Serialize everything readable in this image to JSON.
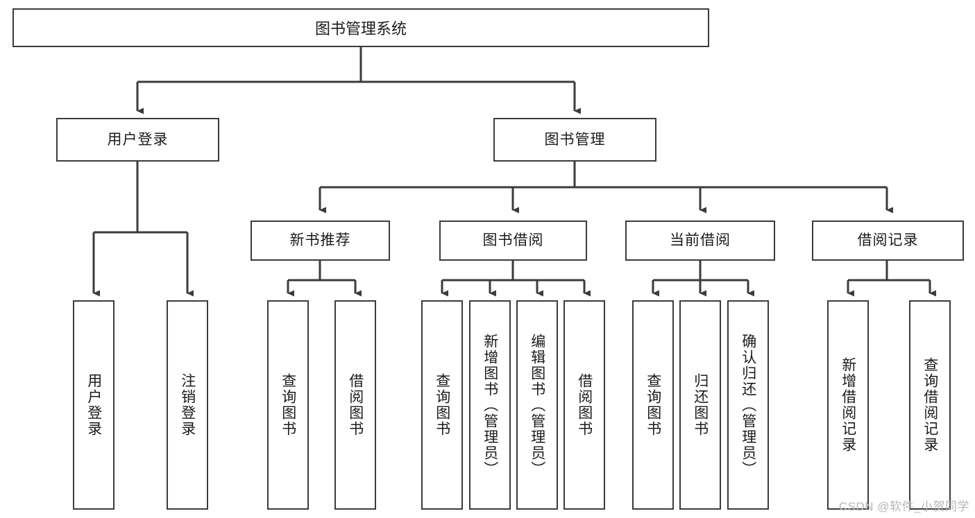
{
  "diagram": {
    "title": "图书管理系统",
    "type": "hierarchy-tree",
    "root": {
      "label": "图书管理系统"
    },
    "level2": [
      {
        "id": "user-login",
        "label": "用户登录"
      },
      {
        "id": "book-manage",
        "label": "图书管理"
      }
    ],
    "level3": [
      {
        "id": "new-book-recommend",
        "label": "新书推荐"
      },
      {
        "id": "book-borrow",
        "label": "图书借阅"
      },
      {
        "id": "current-borrow",
        "label": "当前借阅"
      },
      {
        "id": "borrow-record",
        "label": "借阅记录"
      }
    ],
    "leaves": {
      "user_login": [
        {
          "id": "leaf-user-login",
          "label": "用户登录"
        },
        {
          "id": "leaf-logout-login",
          "label": "注销登录"
        }
      ],
      "new_book_recommend": [
        {
          "id": "leaf-query-book-1",
          "label": "查询图书"
        },
        {
          "id": "leaf-borrow-book-1",
          "label": "借阅图书"
        }
      ],
      "book_borrow": [
        {
          "id": "leaf-query-book-2",
          "label": "查询图书"
        },
        {
          "id": "leaf-add-book",
          "label": "新增图书（管理员）"
        },
        {
          "id": "leaf-edit-book",
          "label": "编辑图书（管理员）"
        },
        {
          "id": "leaf-borrow-book-2",
          "label": "借阅图书"
        }
      ],
      "current_borrow": [
        {
          "id": "leaf-query-book-3",
          "label": "查询图书"
        },
        {
          "id": "leaf-return-book",
          "label": "归还图书"
        },
        {
          "id": "leaf-confirm-return",
          "label": "确认归还（管理员）"
        }
      ],
      "borrow_record": [
        {
          "id": "leaf-add-record",
          "label": "新增借阅记录"
        },
        {
          "id": "leaf-query-record",
          "label": "查询借阅记录"
        }
      ]
    }
  },
  "watermark": {
    "text": "CSDN @软件_小贺同学"
  },
  "colors": {
    "stroke": "#3b3b3b",
    "background": "#ffffff",
    "text": "#1b1b1b",
    "watermark": "#b6b6b6"
  }
}
